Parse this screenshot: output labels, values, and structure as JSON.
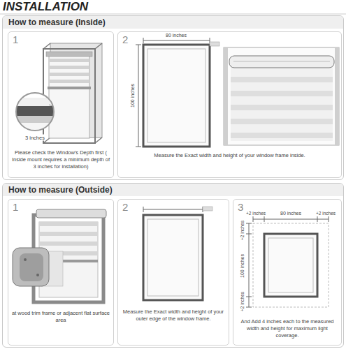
{
  "diagram": {
    "title": "INSTALLATION",
    "nodes": [
      {
        "text": [
          "How to measure (Inside)"
        ]
      },
      {
        "text": [
          "1",
          "Please check the Window's Depth first ( Inside mount requires a minimum depth of 3 inches for installation)"
        ],
        "in": 0
      },
      {
        "text": [
          "2",
          "Measure the Exact width and height of your window frame inside."
        ],
        "in": 0
      },
      {
        "text": [
          "How to measure (Outside)"
        ]
      },
      {
        "text": [
          "1",
          "at wood trim frame or adjacent flat surface area"
        ],
        "in": 3
      },
      {
        "text": [
          "2",
          "Measure the Exact width and height of your outer edge of the window frame."
        ],
        "in": 3
      },
      {
        "text": [
          "3",
          "And Add 4 inches each to the measured width and height for maximum light coverage."
        ],
        "in": 3
      }
    ],
    "labels": [
      "3 inches",
      "80 inches",
      "100 inches",
      "+2 inches",
      "80 inches",
      "+2 inches",
      "+2 inches",
      "100 inches",
      "+2 inches"
    ]
  }
}
